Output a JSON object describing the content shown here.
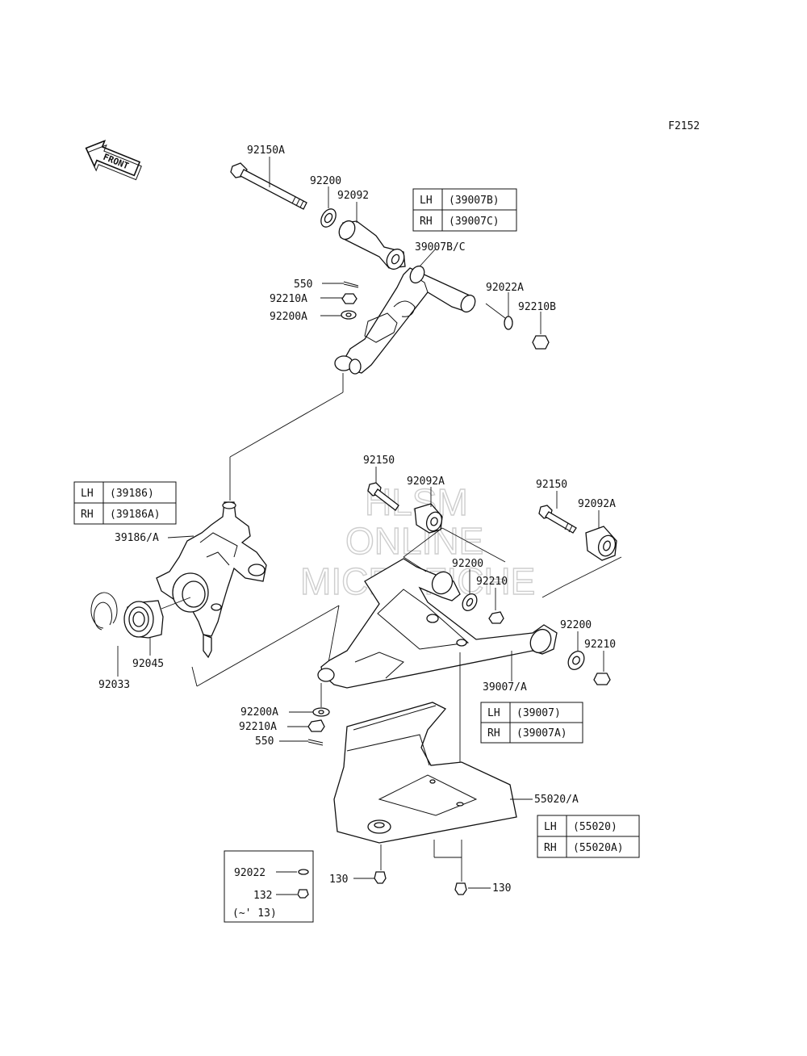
{
  "figure_code": "F2152",
  "front_arrow_text": "FRONT",
  "watermark": [
    "HLSM",
    "ONLINE",
    "MICROFICHE"
  ],
  "callouts": {
    "upper_bolt": "92150A",
    "upper_washer": "92200",
    "upper_bushing": "92092",
    "upper_arm": "39007B/C",
    "upper_pin": "550",
    "upper_nut_a": "92210A",
    "upper_washer_a": "92200A",
    "upper_washer_22": "92022A",
    "upper_nut_b": "92210B",
    "knuckle": "39186/A",
    "bearing": "92045",
    "circlip": "92033",
    "lower_bolt_1": "92150",
    "lower_bushing_1": "92092A",
    "lower_washer_1": "92200",
    "lower_nut_1": "92210",
    "lower_bolt_2": "92150",
    "lower_bushing_2": "92092A",
    "lower_washer_2": "92200",
    "lower_nut_2": "92210",
    "lower_arm": "39007/A",
    "lower_washer_a": "92200A",
    "lower_nut_a": "92210A",
    "lower_pin": "550",
    "guard": "55020/A",
    "guard_bolt_left": "130",
    "guard_bolt_right": "130",
    "inset_washer": "92022",
    "inset_bolt": "132",
    "inset_note": "(~' 13)"
  },
  "tables": {
    "upper_arm": [
      [
        "LH",
        "(39007B)"
      ],
      [
        "RH",
        "(39007C)"
      ]
    ],
    "knuckle": [
      [
        "LH",
        "(39186)"
      ],
      [
        "RH",
        "(39186A)"
      ]
    ],
    "lower_arm": [
      [
        "LH",
        "(39007)"
      ],
      [
        "RH",
        "(39007A)"
      ]
    ],
    "guard": [
      [
        "LH",
        "(55020)"
      ],
      [
        "RH",
        "(55020A)"
      ]
    ]
  }
}
